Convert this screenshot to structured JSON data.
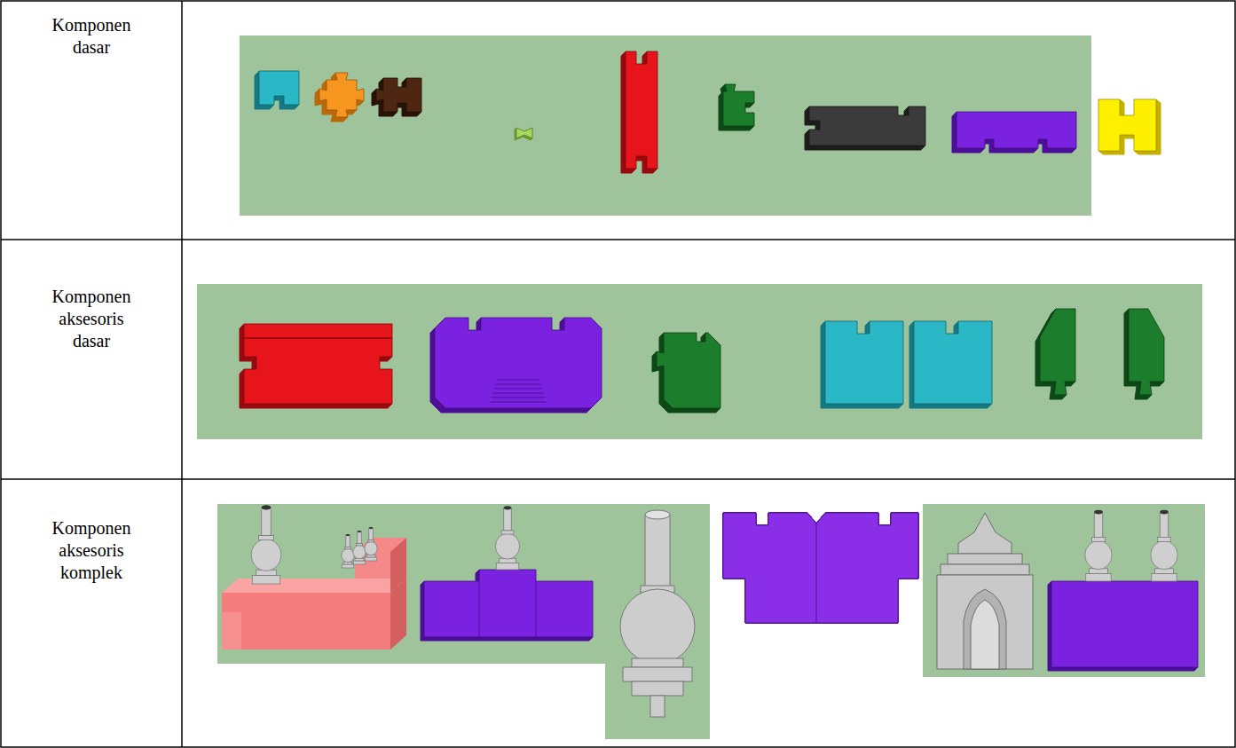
{
  "diagram": {
    "labels": [
      "Komponen dasar",
      "Komponen aksesoris dasar",
      "Komponen aksesoris komplek"
    ]
  }
}
